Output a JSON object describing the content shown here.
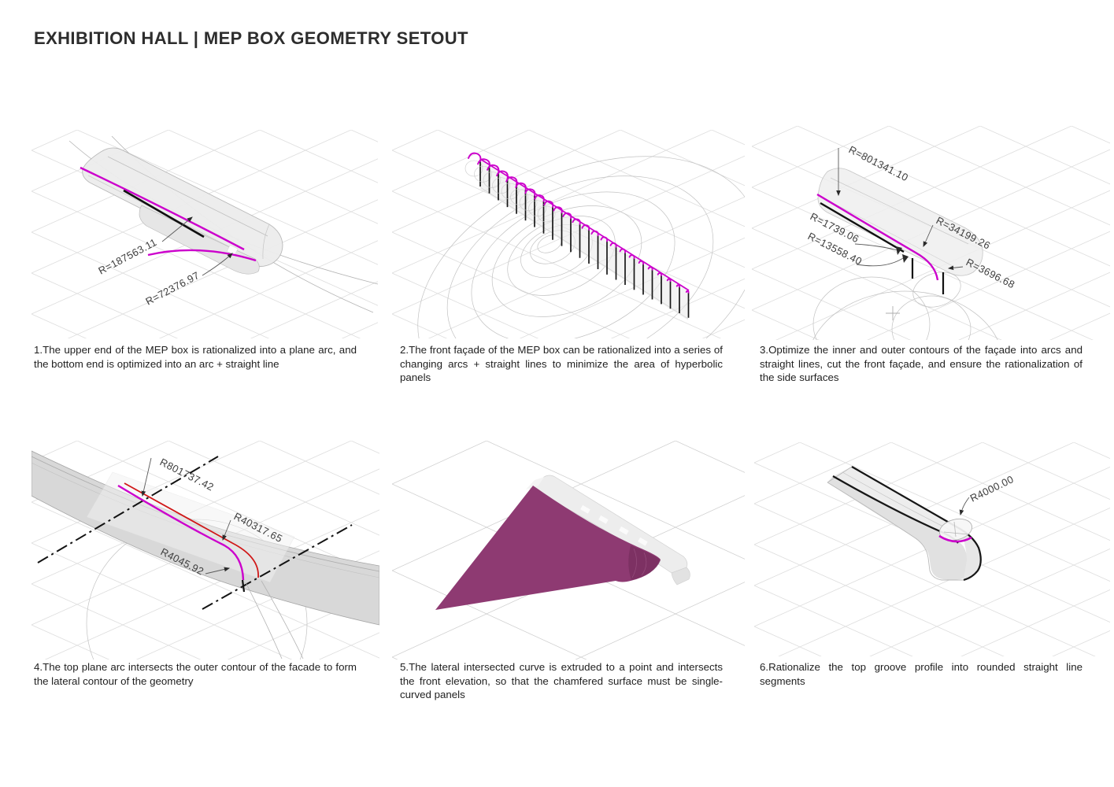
{
  "page": {
    "title": "EXHIBITION HALL | MEP BOX GEOMETRY SETOUT"
  },
  "colors": {
    "magenta": "#cc00cc",
    "plum": "#8e3a72",
    "red": "#d01818"
  },
  "panels": [
    {
      "caption": "1.The upper end of the MEP box is rationalized into a plane arc, and the bottom end is optimized into an arc + straight line",
      "labels": [
        "R=187563.11",
        "R=72376.97"
      ]
    },
    {
      "caption": "2.The front façade of the MEP box can be rationalized into a series of changing arcs + straight lines to minimize the area of hyperbolic panels",
      "labels": []
    },
    {
      "caption": "3.Optimize the inner and outer contours of the façade into arcs and straight lines, cut the front façade, and ensure the rationalization of the side surfaces",
      "labels": [
        "R=801341.10",
        "R=1739.06",
        "R=13558.40",
        "R=34199.26",
        "R=3696.68"
      ]
    },
    {
      "caption": "4.The top plane arc intersects the outer contour of the facade to form the lateral contour of the geometry",
      "labels": [
        "R801737.42",
        "R40317.65",
        "R4045.92"
      ]
    },
    {
      "caption": "5.The lateral intersected curve is extruded to a point and intersects the front elevation, so that the chamfered surface must be single-curved panels",
      "labels": []
    },
    {
      "caption": "6.Rationalize the top groove profile into rounded straight line segments",
      "labels": [
        "R4000.00"
      ]
    }
  ]
}
